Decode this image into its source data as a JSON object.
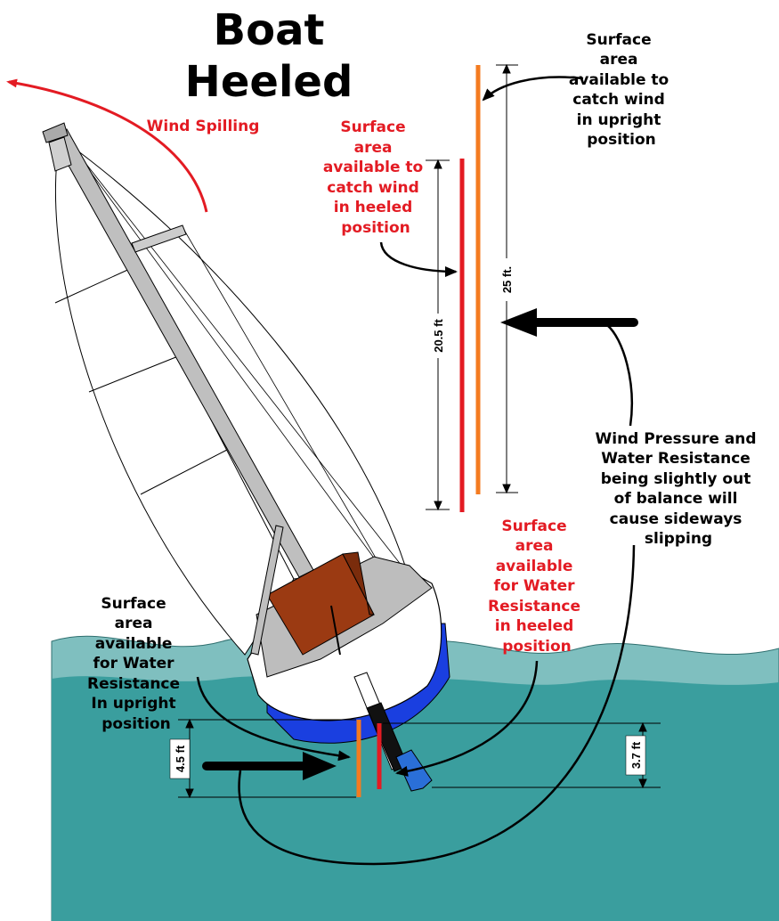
{
  "title": {
    "line1": "Boat",
    "line2": "Heeled"
  },
  "labels": {
    "wind_spilling": "Wind Spilling",
    "upright_sail": [
      "Surface",
      "area",
      "available to",
      "catch wind",
      "in upright",
      "position"
    ],
    "heeled_sail": [
      "Surface",
      "area",
      "available to",
      "catch wind",
      "in heeled",
      "position"
    ],
    "imbalance": [
      "Wind Pressure and",
      "Water Resistance",
      "being slightly out",
      "of balance will",
      "cause sideways",
      "slipping"
    ],
    "heeled_water": [
      "Surface",
      "area",
      "available",
      "for Water",
      "Resistance",
      "in heeled",
      "position"
    ],
    "upright_water": [
      "Surface",
      "area",
      "available",
      "for Water",
      "Resistance",
      "In upright",
      "position"
    ]
  },
  "dimensions": {
    "upright_sail_height": "25 ft.",
    "heeled_sail_height": "20.5 ft",
    "upright_keel_depth": "4.5 ft",
    "heeled_keel_depth": "3.7 ft"
  },
  "colors": {
    "red": "#e31b23",
    "orange": "#f47b20",
    "water_surface": "#7fbfbf",
    "water_deep": "#3a9e9e",
    "hull_blue": "#1a3fe0",
    "cockpit": "#9b3a12"
  }
}
